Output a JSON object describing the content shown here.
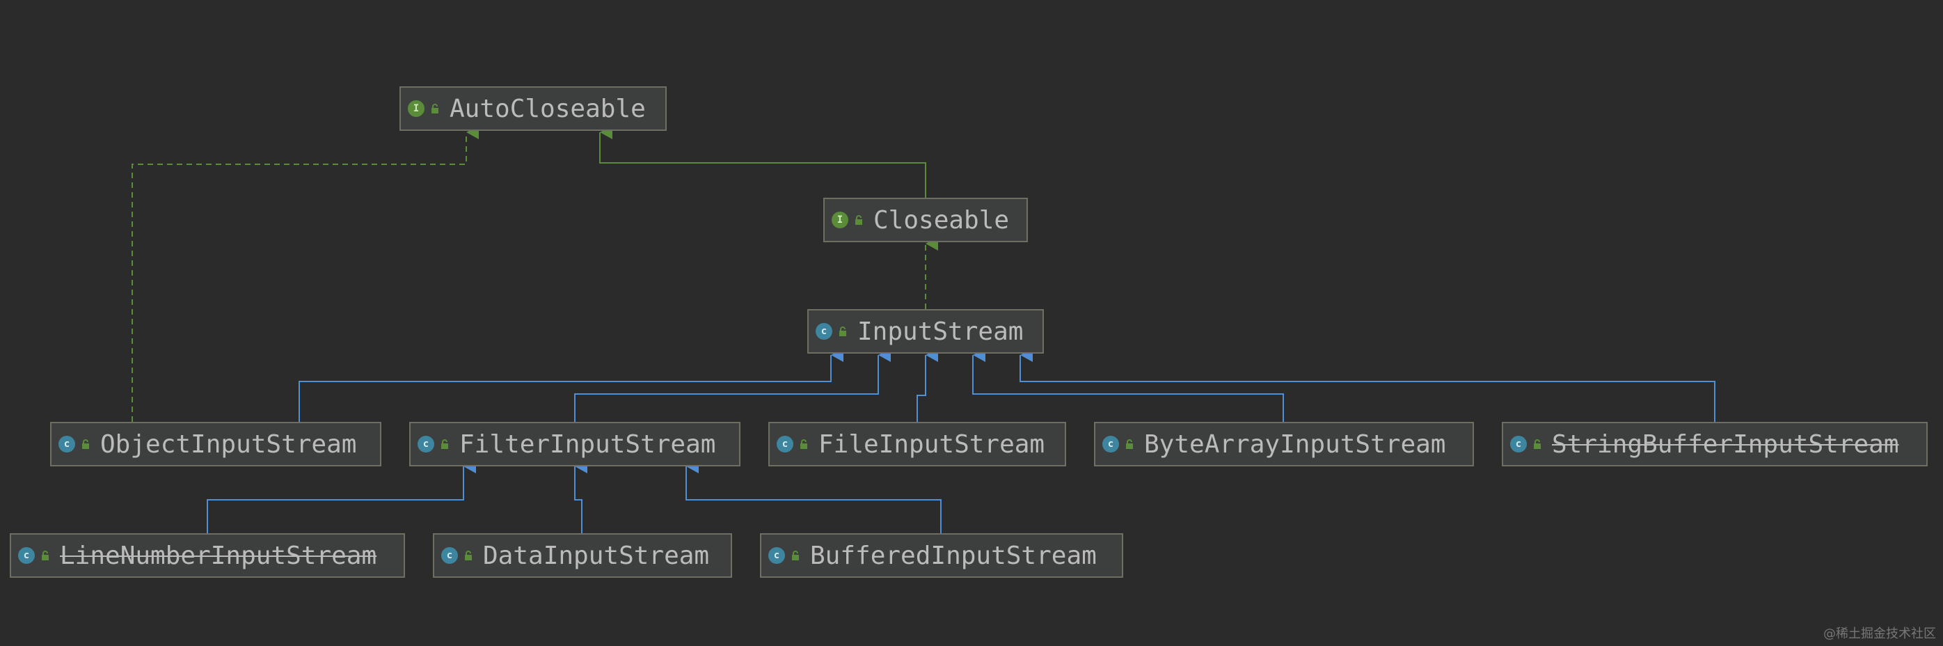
{
  "nodes": {
    "autocloseable": {
      "label": "AutoCloseable",
      "kind": "interface",
      "kind_letter": "I",
      "deprecated": false
    },
    "closeable": {
      "label": "Closeable",
      "kind": "interface",
      "kind_letter": "I",
      "deprecated": false
    },
    "inputstream": {
      "label": "InputStream",
      "kind": "class",
      "kind_letter": "c",
      "deprecated": false
    },
    "objectinputstream": {
      "label": "ObjectInputStream",
      "kind": "class",
      "kind_letter": "c",
      "deprecated": false
    },
    "filterinputstream": {
      "label": "FilterInputStream",
      "kind": "class",
      "kind_letter": "c",
      "deprecated": false
    },
    "fileinputstream": {
      "label": "FileInputStream",
      "kind": "class",
      "kind_letter": "c",
      "deprecated": false
    },
    "bytearrayinputstream": {
      "label": "ByteArrayInputStream",
      "kind": "class",
      "kind_letter": "c",
      "deprecated": false
    },
    "stringbufferinputstream": {
      "label": "StringBufferInputStream",
      "kind": "class",
      "kind_letter": "c",
      "deprecated": true
    },
    "linenumberinputstream": {
      "label": "LineNumberInputStream",
      "kind": "class",
      "kind_letter": "c",
      "deprecated": true
    },
    "datainputstream": {
      "label": "DataInputStream",
      "kind": "class",
      "kind_letter": "c",
      "deprecated": false
    },
    "bufferedinputstream": {
      "label": "BufferedInputStream",
      "kind": "class",
      "kind_letter": "c",
      "deprecated": false
    }
  },
  "relations": [
    {
      "from": "closeable",
      "to": "autocloseable",
      "type": "extends"
    },
    {
      "from": "objectinputstream",
      "to": "autocloseable",
      "type": "implements"
    },
    {
      "from": "inputstream",
      "to": "closeable",
      "type": "implements"
    },
    {
      "from": "objectinputstream",
      "to": "inputstream",
      "type": "extends"
    },
    {
      "from": "filterinputstream",
      "to": "inputstream",
      "type": "extends"
    },
    {
      "from": "fileinputstream",
      "to": "inputstream",
      "type": "extends"
    },
    {
      "from": "bytearrayinputstream",
      "to": "inputstream",
      "type": "extends"
    },
    {
      "from": "stringbufferinputstream",
      "to": "inputstream",
      "type": "extends"
    },
    {
      "from": "linenumberinputstream",
      "to": "filterinputstream",
      "type": "extends"
    },
    {
      "from": "datainputstream",
      "to": "filterinputstream",
      "type": "extends"
    },
    {
      "from": "bufferedinputstream",
      "to": "filterinputstream",
      "type": "extends"
    }
  ],
  "colors": {
    "background": "#2b2b2b",
    "node_fill": "#3c3f3e",
    "node_border": "#6e6f62",
    "text": "#bbbbbb",
    "interface_edge": "#5a8c3a",
    "class_edge": "#4f8fd6",
    "interface_icon": "#5a8c3a",
    "class_icon": "#3e86a0"
  },
  "icons": {
    "interface": "interface-icon",
    "class": "class-icon",
    "visibility": "lock-icon"
  },
  "watermark": "@稀土掘金技术社区"
}
